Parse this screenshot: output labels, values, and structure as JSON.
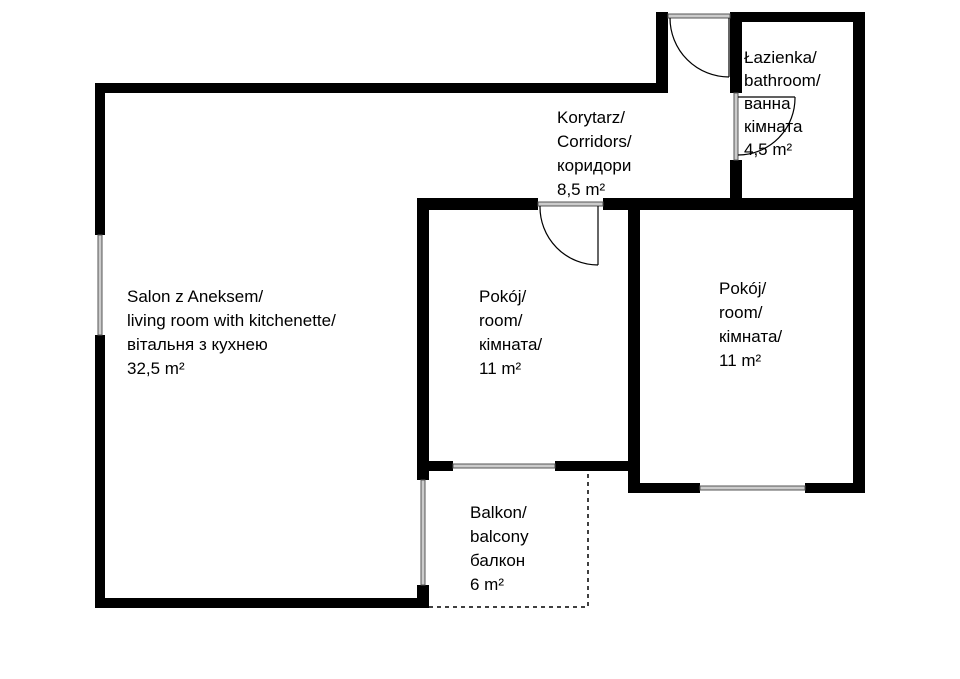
{
  "rooms": {
    "living": {
      "lines": [
        "Salon z Aneksem/",
        "living room with kitchenette/",
        "вітальня з кухнею",
        "32,5 m²"
      ]
    },
    "corridor": {
      "lines": [
        "Korytarz/",
        "Corridors/",
        "коридори",
        "8,5 m²"
      ]
    },
    "bathroom": {
      "lines": [
        "Łazienka/",
        "bathroom/",
        "ванна",
        "кімната",
        "4,5 m²"
      ]
    },
    "room_middle": {
      "lines": [
        "Pokój/",
        "room/",
        "кімната/",
        "11 m²"
      ]
    },
    "room_right": {
      "lines": [
        "Pokój/",
        "room/",
        "кімната/",
        "11 m²"
      ]
    },
    "balcony": {
      "lines": [
        "Balkon/",
        "balcony",
        "балкон",
        "6 m²"
      ]
    }
  },
  "colors": {
    "wall": "#000000",
    "window": "#9a9a9a",
    "background": "#ffffff"
  }
}
